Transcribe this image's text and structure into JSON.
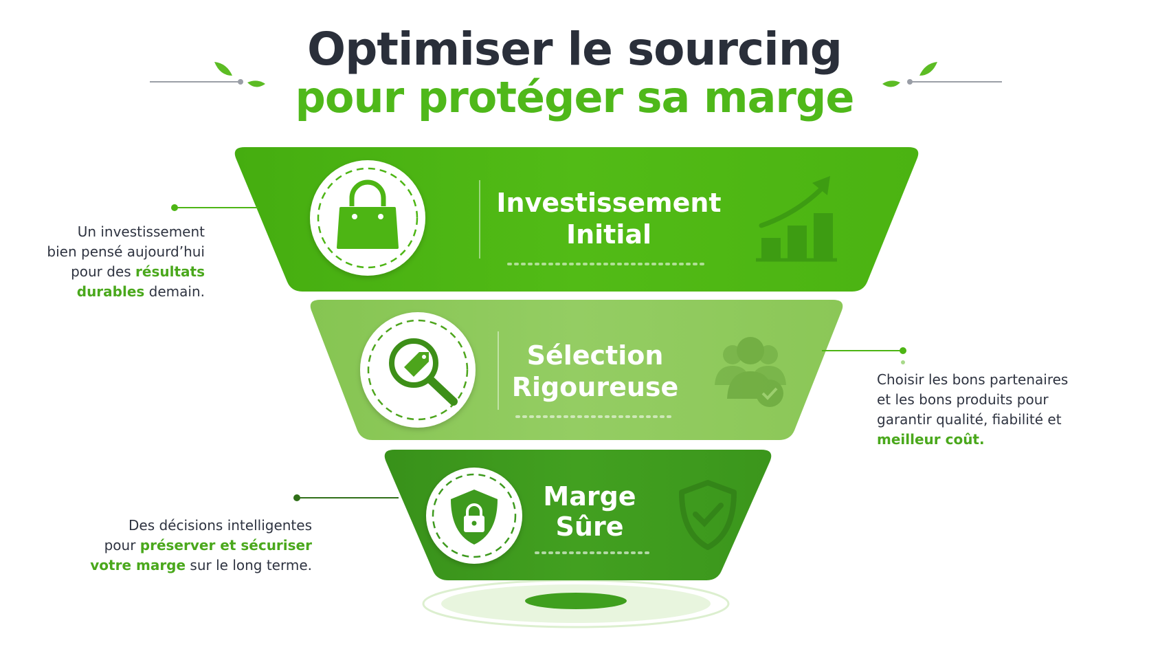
{
  "title": {
    "line1": "Optimiser le sourcing",
    "line2": "pour protéger sa marge"
  },
  "colors": {
    "title_dark": "#2a2f3a",
    "accent_green": "#4fb81a",
    "layer1": "#4db514",
    "layer2": "#8ec95b",
    "layer3": "#3e9a1e"
  },
  "layers": [
    {
      "line1": "Investissement",
      "line2": "Initial",
      "icon": "shopping-bag-icon",
      "decor": "growth-chart-icon"
    },
    {
      "line1": "Sélection",
      "line2": "Rigoureuse",
      "icon": "magnifier-tag-icon",
      "decor": "team-check-icon"
    },
    {
      "line1": "Marge",
      "line2": "Sûre",
      "icon": "shield-lock-icon",
      "decor": "shield-check-icon"
    }
  ],
  "notes": {
    "n1": {
      "l1": "Un investissement",
      "l2": "bien pensé aujourd’hui",
      "l3a": "pour des ",
      "l3b": "résultats",
      "l4a": "durables",
      "l4b": " demain."
    },
    "n2": {
      "l1": "Choisir les bons partenaires",
      "l2": "et les bons produits pour",
      "l3": "garantir qualité, fiabilité et",
      "l4": "meilleur coût."
    },
    "n3": {
      "l1": "Des décisions intelligentes",
      "l2a": "pour ",
      "l2b": "préserver et sécuriser",
      "l3a": "votre marge",
      "l3b": " sur le long terme."
    }
  }
}
